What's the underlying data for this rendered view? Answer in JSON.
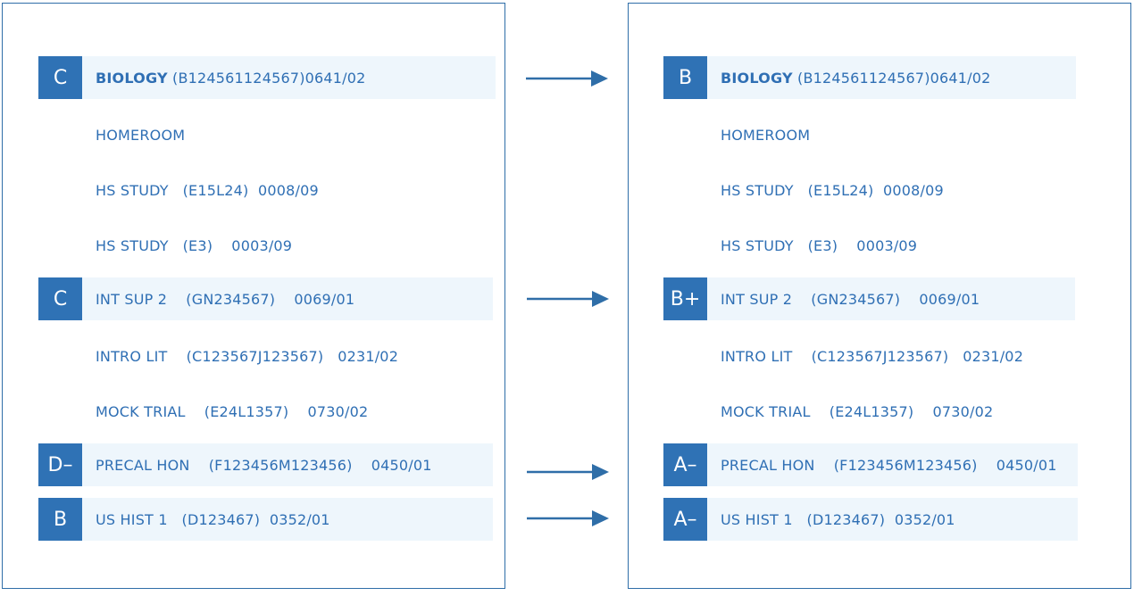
{
  "before": {
    "rows": [
      {
        "name": "BIOLOGY",
        "code": " (B124561124567)0641/02",
        "grade": "C",
        "bold": true
      },
      {
        "name": "HOMEROOM",
        "code": "",
        "grade": ""
      },
      {
        "name": "HS STUDY",
        "code": "   (E15L24)  0008/09",
        "grade": ""
      },
      {
        "name": "HS STUDY",
        "code": "   (E3)    0003/09",
        "grade": ""
      },
      {
        "name": "INT SUP 2",
        "code": "    (GN234567)    0069/01",
        "grade": "C"
      },
      {
        "name": "INTRO LIT",
        "code": "    (C123567J123567)   0231/02",
        "grade": ""
      },
      {
        "name": "MOCK TRIAL",
        "code": "    (E24L1357)    0730/02",
        "grade": ""
      },
      {
        "name": "PRECAL HON",
        "code": "    (F123456M123456)    0450/01",
        "grade": "D–"
      },
      {
        "name": "US HIST 1",
        "code": "   (D123467)  0352/01",
        "grade": "B"
      }
    ]
  },
  "after": {
    "rows": [
      {
        "name": "BIOLOGY",
        "code": " (B124561124567)0641/02",
        "grade": "B",
        "bold": true
      },
      {
        "name": "HOMEROOM",
        "code": "",
        "grade": ""
      },
      {
        "name": "HS STUDY",
        "code": "   (E15L24)  0008/09",
        "grade": ""
      },
      {
        "name": "HS STUDY",
        "code": "   (E3)    0003/09",
        "grade": ""
      },
      {
        "name": "INT SUP 2",
        "code": "    (GN234567)    0069/01",
        "grade": "B+"
      },
      {
        "name": "INTRO LIT",
        "code": "    (C123567J123567)   0231/02",
        "grade": ""
      },
      {
        "name": "MOCK TRIAL",
        "code": "    (E24L1357)    0730/02",
        "grade": ""
      },
      {
        "name": "PRECAL HON",
        "code": "    (F123456M123456)    0450/01",
        "grade": "A–"
      },
      {
        "name": "US HIST 1",
        "code": "   (D123467)  0352/01",
        "grade": "A–"
      }
    ]
  },
  "colors": {
    "accent": "#2f72b5",
    "text": "#2f6fb4",
    "highlight": "#eef6fc",
    "border": "#2f6ea8"
  }
}
